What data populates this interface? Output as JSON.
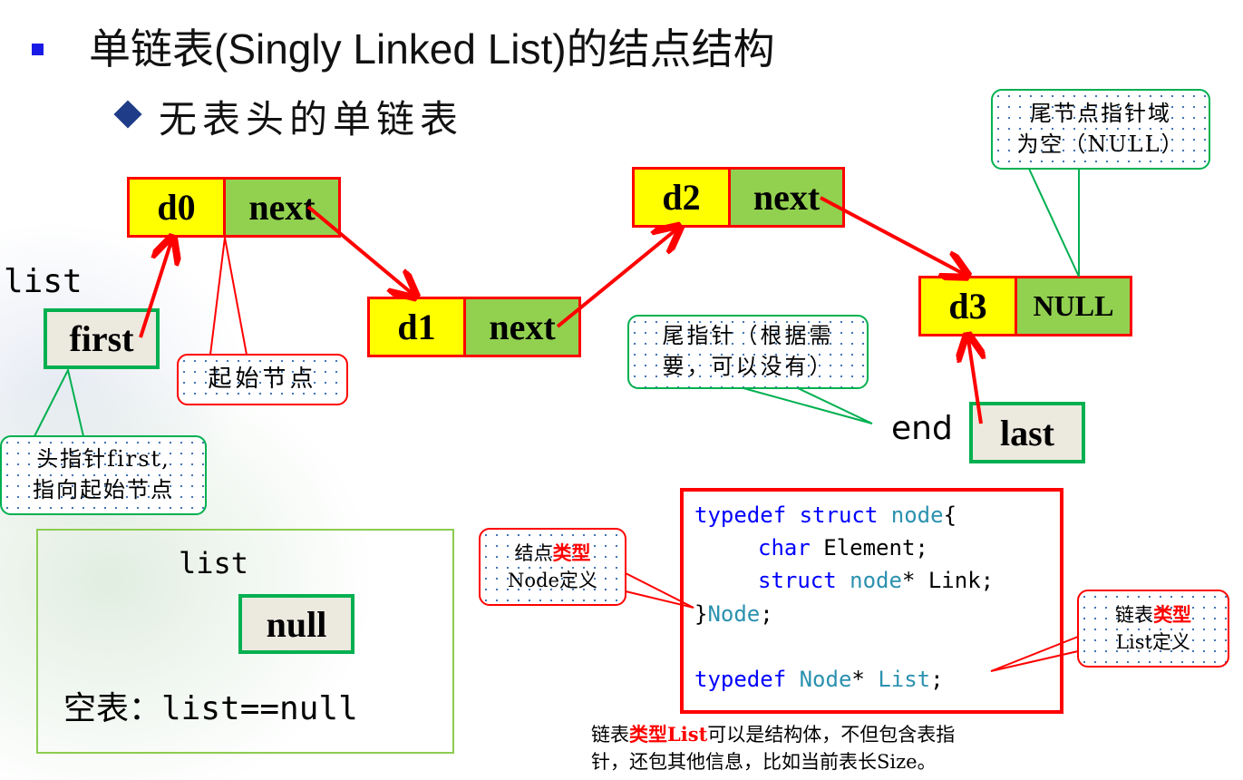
{
  "title": "单链表(Singly Linked List)的结点结构",
  "subtitle": "无表头的单链表",
  "nodes": [
    {
      "data": "d0",
      "link": "next"
    },
    {
      "data": "d1",
      "link": "next"
    },
    {
      "data": "d2",
      "link": "next"
    },
    {
      "data": "d3",
      "link": "NULL"
    }
  ],
  "list_label": "list",
  "first_label": "first",
  "end_label": "end",
  "last_label": "last",
  "callouts": {
    "start_node": "起始节点",
    "head_ptr": [
      "头指针first,",
      "指向起始节点"
    ],
    "tail_null": [
      "尾节点指针域",
      "为空（NULL）"
    ],
    "tail_ptr": [
      "尾指针（根据需",
      "要，可以没有）"
    ],
    "node_type": {
      "a": "结点",
      "b": "类型",
      "c": "Node定义"
    },
    "list_type": {
      "a": "链表",
      "b": "类型",
      "c": "List定义"
    }
  },
  "empty": {
    "list_label": "list",
    "null_label": "null",
    "caption": "空表：list==null"
  },
  "code": {
    "l1": {
      "a": "typedef",
      "b": "struct",
      "c": "node",
      "d": "{"
    },
    "l2": {
      "a": "char",
      "b": "Element;"
    },
    "l3": {
      "a": "struct",
      "b": "node",
      "c": "* Link;"
    },
    "l4": {
      "a": "}",
      "b": "Node",
      "c": ";"
    },
    "l5": {
      "a": "typedef",
      "b": "Node",
      "c": "*",
      "d": "List",
      "e": ";"
    }
  },
  "note": {
    "a": "链表",
    "b": "类型List",
    "c": "可以是结构体，不但包含表指",
    "d": "针，还包其他信息，比如当前表长Size。"
  },
  "colors": {
    "node_data": "#ffff00",
    "node_link": "#92d050",
    "border": "#ff0000",
    "pointer_border": "#00b050",
    "bullet": "#1a1ae6"
  }
}
